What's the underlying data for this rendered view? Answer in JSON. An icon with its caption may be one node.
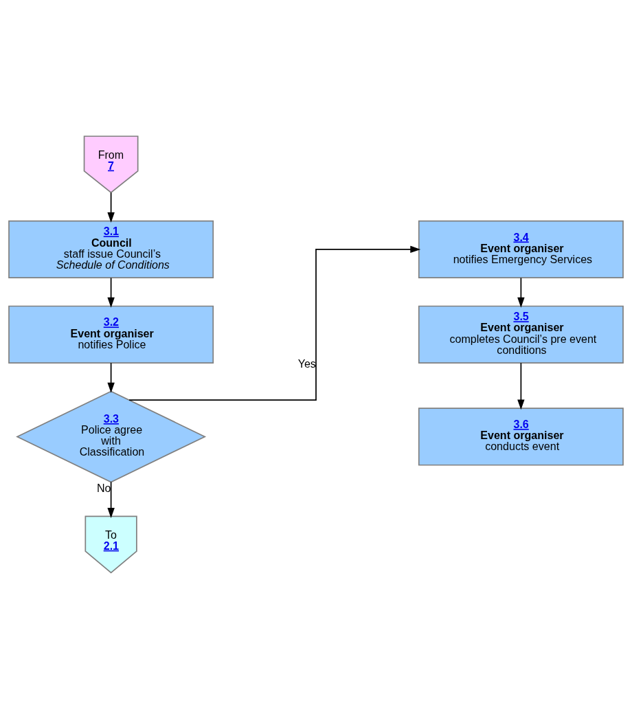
{
  "diagram": {
    "nodes": [
      {
        "text": [
          "From",
          "7"
        ]
      },
      {
        "text": [
          "3.1",
          "**Council** staff issue Council’s *Schedule of Conditions*"
        ]
      },
      {
        "text": [
          "3.2",
          "**Event organiser** notifies Police"
        ]
      },
      {
        "text": [
          "3.3",
          "Police agree with Classification"
        ]
      },
      {
        "text": [
          "3.4",
          "**Event organiser** notifies Emergency Services"
        ]
      },
      {
        "text": [
          "3.5",
          "**Event organiser** completes Council’s pre event conditions"
        ]
      },
      {
        "text": [
          "3.6",
          "**Event organiser** conducts event"
        ]
      },
      {
        "text": [
          "To",
          "2.1"
        ]
      }
    ],
    "edges": [
      {
        "from": 0,
        "to": 1,
        "arrow": "to"
      },
      {
        "from": 1,
        "to": 2,
        "arrow": "to"
      },
      {
        "from": 2,
        "to": 3,
        "arrow": "to"
      },
      {
        "from": 3,
        "to": 4,
        "arrow": "to",
        "label": "Yes"
      },
      {
        "from": 4,
        "to": 5,
        "arrow": "to"
      },
      {
        "from": 5,
        "to": 6,
        "arrow": "to"
      },
      {
        "from": 3,
        "to": 7,
        "arrow": "to",
        "label": "No"
      }
    ]
  }
}
